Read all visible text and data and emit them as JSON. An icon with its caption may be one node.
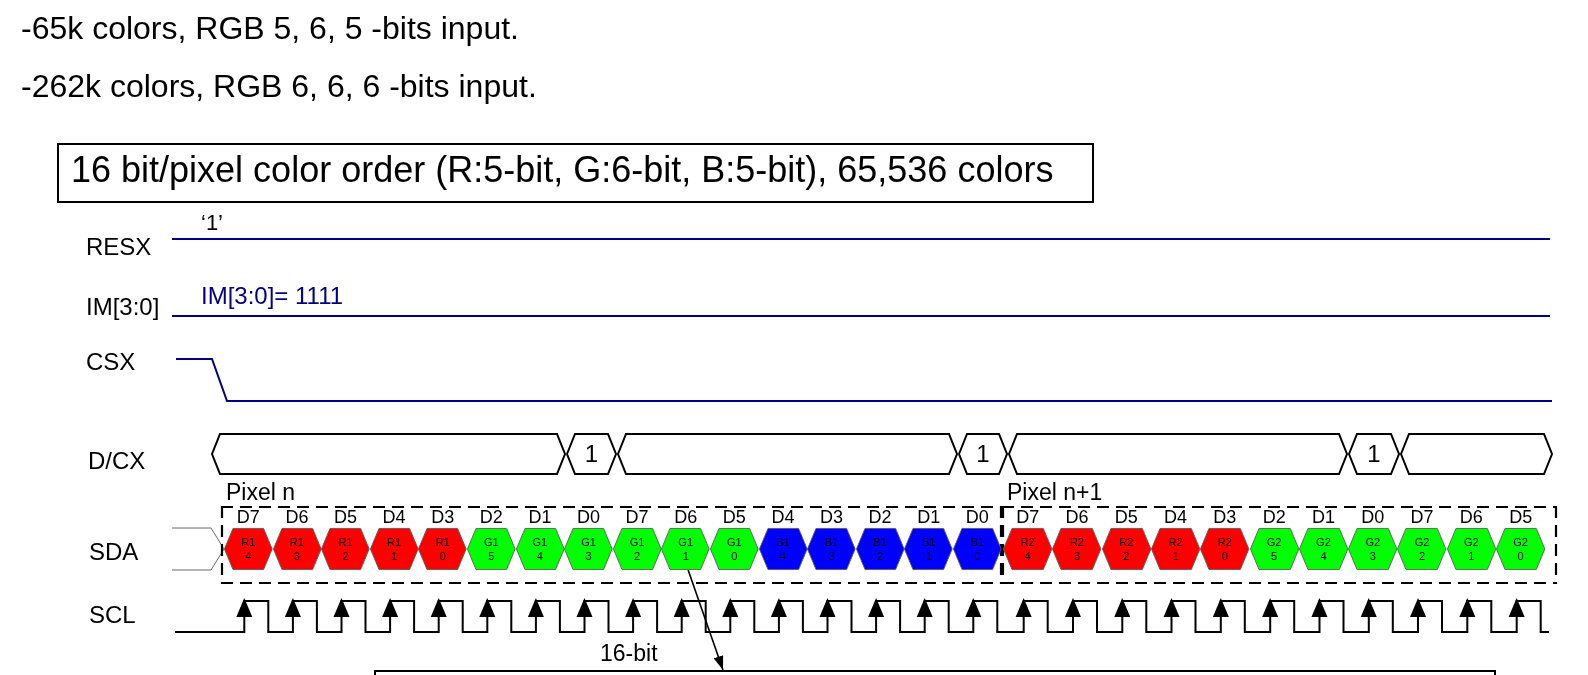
{
  "diagram": {
    "nodes": [
      {
        "text": [
          "16 bit/pixel color order (R:5-bit, G:6-bit, B:5-bit), 65,536 colors"
        ]
      },
      {
        "text": [],
        "shape": "hexagon"
      },
      {
        "text": [
          "1"
        ]
      },
      {
        "text": [],
        "shape": "hexagon"
      },
      {
        "text": [
          "1"
        ]
      },
      {
        "text": [],
        "shape": "hexagon"
      },
      {
        "text": [
          "1"
        ]
      },
      {
        "text": [],
        "shape": "hexagon"
      },
      {
        "text": [
          "Pixel n"
        ]
      },
      {
        "text": [
          "R1 4"
        ],
        "beside": [
          "D7"
        ],
        "in": 8
      },
      {
        "text": [
          "R1 3"
        ],
        "beside": [
          "D6"
        ],
        "in": 8
      },
      {
        "text": [
          "R1 2"
        ],
        "beside": [
          "D5"
        ],
        "in": 8
      },
      {
        "text": [
          "R1 1"
        ],
        "beside": [
          "D4"
        ],
        "in": 8
      },
      {
        "text": [
          "R1 0"
        ],
        "beside": [
          "D3"
        ],
        "in": 8
      },
      {
        "text": [
          "G1 5"
        ],
        "beside": [
          "D2"
        ],
        "in": 8
      },
      {
        "text": [
          "G1 4"
        ],
        "beside": [
          "D1"
        ],
        "in": 8
      },
      {
        "text": [
          "G1 3"
        ],
        "beside": [
          "D0"
        ],
        "in": 8
      },
      {
        "text": [
          "G1 2"
        ],
        "beside": [
          "D7"
        ],
        "in": 8
      },
      {
        "text": [
          "G1 1"
        ],
        "beside": [
          "D6"
        ],
        "in": 8
      },
      {
        "text": [
          "G1 0"
        ],
        "beside": [
          "D5"
        ],
        "in": 8
      },
      {
        "text": [
          "B1 4"
        ],
        "beside": [
          "D4"
        ],
        "in": 8
      },
      {
        "text": [
          "B1 3"
        ],
        "beside": [
          "D3"
        ],
        "in": 8
      },
      {
        "text": [
          "B1 2"
        ],
        "beside": [
          "D2"
        ],
        "in": 8
      },
      {
        "text": [
          "B1 1"
        ],
        "beside": [
          "D1"
        ],
        "in": 8
      },
      {
        "text": [
          "B1 0"
        ],
        "beside": [
          "D0"
        ],
        "in": 8
      },
      {
        "text": [
          "Pixel n+1"
        ]
      },
      {
        "text": [
          "R2 4"
        ],
        "beside": [
          "D7"
        ],
        "in": 25
      },
      {
        "text": [
          "R2 3"
        ],
        "beside": [
          "D6"
        ],
        "in": 25
      },
      {
        "text": [
          "R2 2"
        ],
        "beside": [
          "D5"
        ],
        "in": 25
      },
      {
        "text": [
          "R2 1"
        ],
        "beside": [
          "D4"
        ],
        "in": 25
      },
      {
        "text": [
          "R2 0"
        ],
        "beside": [
          "D3"
        ],
        "in": 25
      },
      {
        "text": [
          "G2 5"
        ],
        "beside": [
          "D2"
        ],
        "in": 25
      },
      {
        "text": [
          "G2 4"
        ],
        "beside": [
          "D1"
        ],
        "in": 25
      },
      {
        "text": [
          "G2 3"
        ],
        "beside": [
          "D0"
        ],
        "in": 25
      },
      {
        "text": [
          "G2 2"
        ],
        "beside": [
          "D7"
        ],
        "in": 25
      },
      {
        "text": [
          "G2 1"
        ],
        "beside": [
          "D6"
        ],
        "in": 25
      },
      {
        "text": [
          "G2 0"
        ],
        "beside": [
          "D5"
        ],
        "in": 25
      },
      {
        "text": [],
        "shape": "box"
      }
    ],
    "edges": [
      {
        "from": 18,
        "to": 37,
        "arrow": "to",
        "label": "16-bit"
      }
    ],
    "labels": [
      "-65k colors, RGB 5, 6, 5 -bits input.",
      "-262k colors, RGB 6, 6, 6 -bits input.",
      "‘1’",
      "RESX",
      "IM[3:0]= 1111",
      "IM[3:0]",
      "CSX",
      "D/CX",
      "SDA",
      "SCL"
    ]
  }
}
